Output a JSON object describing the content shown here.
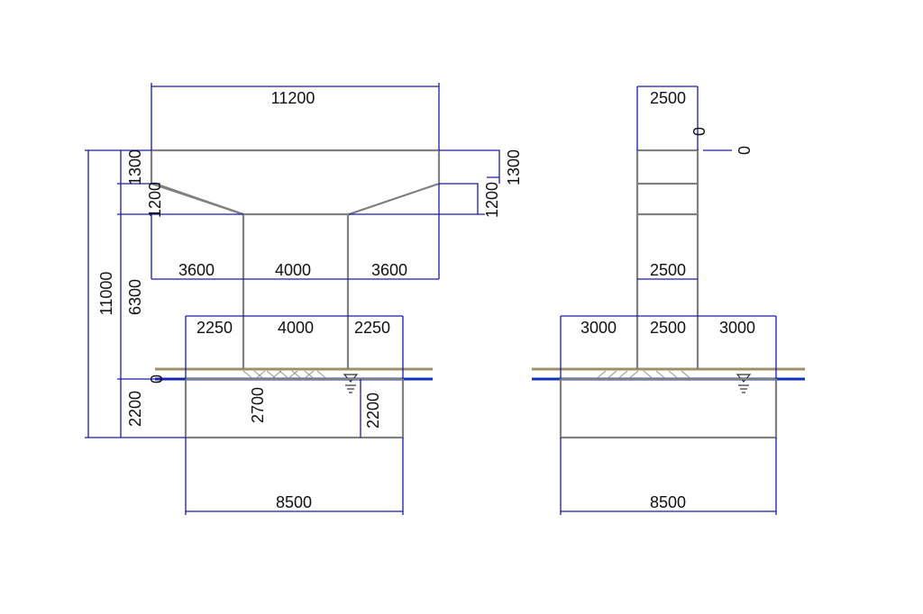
{
  "front_view": {
    "cap_width": "11200",
    "cap_top_height_left": "1300",
    "cap_taper_height_left": "1200",
    "cap_top_height_right": "1300",
    "cap_taper_height_right": "1200",
    "total_height": "11000",
    "column_height": "6300",
    "footing_height_left": "2200",
    "ground_level": "0",
    "cap_overhang_left": "3600",
    "column_spacing": "4000",
    "cap_overhang_right": "3600",
    "footing_edge_left": "2250",
    "footing_column_spacing": "4000",
    "footing_edge_right": "2250",
    "embed_depth": "2700",
    "footing_height_right": "2200",
    "footing_width": "8500"
  },
  "side_view": {
    "cap_width": "2500",
    "top_offset": "0",
    "top_offset_right": "0",
    "column_width": "2500",
    "footing_edge_left": "3000",
    "footing_column_width": "2500",
    "footing_edge_right": "3000",
    "footing_width": "8500"
  }
}
